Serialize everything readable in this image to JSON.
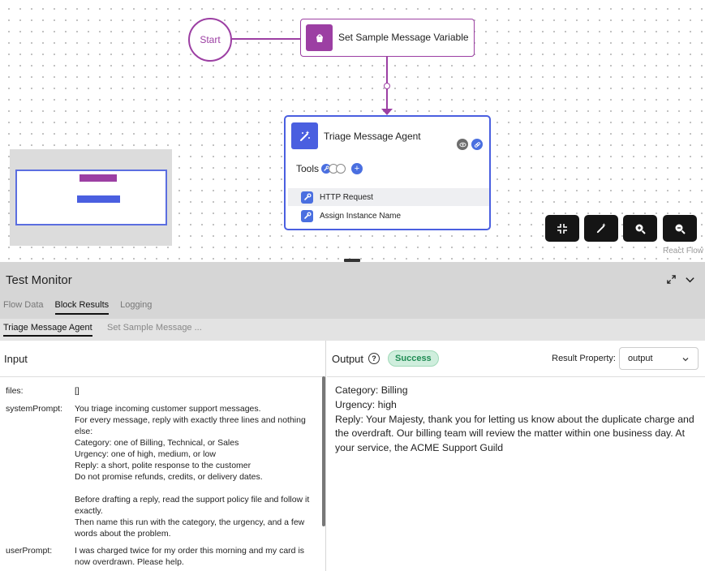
{
  "canvas": {
    "start_label": "Start",
    "set_node_label": "Set Sample Message Variable",
    "agent_node_title": "Triage Message Agent",
    "tools_label": "Tools",
    "tool_items": [
      "HTTP Request",
      "Assign Instance Name"
    ],
    "attribution": "React Flow",
    "colors": {
      "set_node": "#9c3fa3",
      "agent_node": "#4a5fe0"
    }
  },
  "monitor": {
    "title": "Test Monitor",
    "tabs": [
      "Flow Data",
      "Block Results",
      "Logging"
    ],
    "active_tab": "Block Results",
    "subtabs": [
      "Triage Message Agent",
      "Set Sample Message ..."
    ],
    "input": {
      "heading": "Input",
      "fields": [
        {
          "key": "files:",
          "value": "[]"
        },
        {
          "key": "systemPrompt:",
          "value": "You triage incoming customer support messages.\nFor every message, reply with exactly three lines and nothing else:\nCategory: one of Billing, Technical, or Sales\nUrgency: one of high, medium, or low\nReply: a short, polite response to the customer\nDo not promise refunds, credits, or delivery dates.\n\nBefore drafting a reply, read the support policy file and follow it exactly.\nThen name this run with the category, the urgency, and a few words about the problem."
        },
        {
          "key": "userPrompt:",
          "value": "I was charged twice for my order this morning and my card is now overdrawn. Please help."
        }
      ]
    },
    "output": {
      "heading": "Output",
      "status": "Success",
      "result_property_label": "Result Property:",
      "result_property_value": "output",
      "text": "Category: Billing\nUrgency: high\nReply: Your Majesty, thank you for letting us know about the duplicate charge and the overdraft. Our billing team will review the matter within one business day. At your service, the ACME Support Guild"
    }
  }
}
